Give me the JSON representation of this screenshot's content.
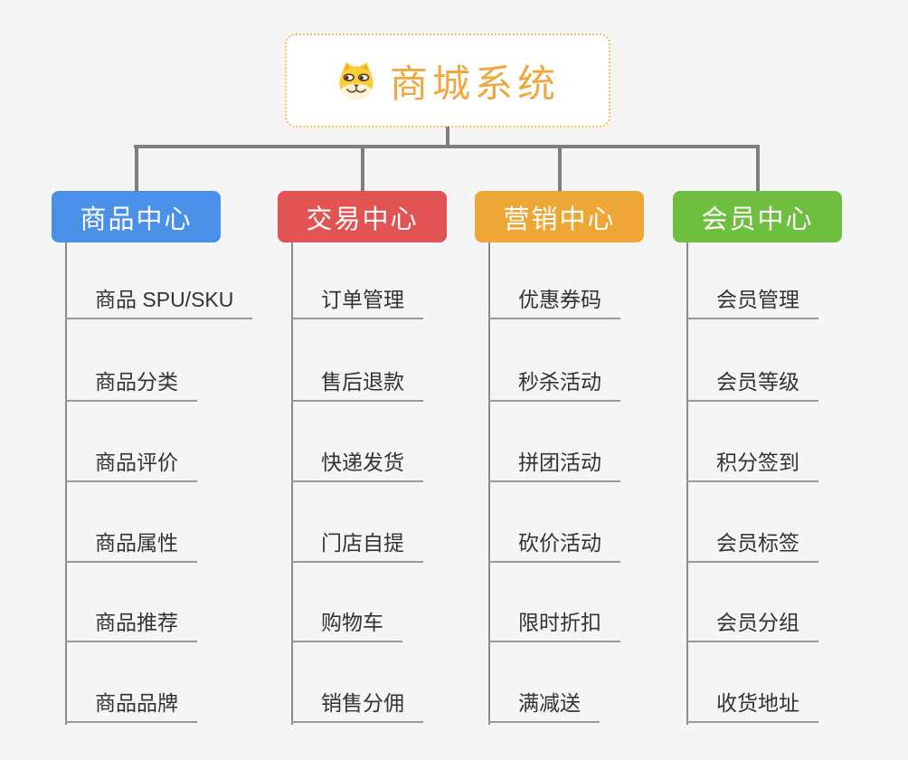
{
  "root": {
    "title": "商城系统",
    "icon": "doge-face-icon"
  },
  "branches": [
    {
      "label": "商品中心",
      "color": "#4a90e8",
      "children": [
        "商品 SPU/SKU",
        "商品分类",
        "商品评价",
        "商品属性",
        "商品推荐",
        "商品品牌"
      ]
    },
    {
      "label": "交易中心",
      "color": "#e25453",
      "children": [
        "订单管理",
        "售后退款",
        "快递发货",
        "门店自提",
        "购物车",
        "销售分佣"
      ]
    },
    {
      "label": "营销中心",
      "color": "#eea737",
      "children": [
        "优惠券码",
        "秒杀活动",
        "拼团活动",
        "砍价活动",
        "限时折扣",
        "满减送"
      ]
    },
    {
      "label": "会员中心",
      "color": "#6ebe3f",
      "children": [
        "会员管理",
        "会员等级",
        "积分签到",
        "会员标签",
        "会员分组",
        "收货地址"
      ]
    }
  ],
  "colors": {
    "background": "#f5f5f5",
    "root_border": "#f3be62",
    "root_text": "#f0a73e",
    "connector": "#7e7e7e",
    "trunk": "#8a8a8a",
    "underline": "#999999",
    "leaf_text": "#333333",
    "icon_head": "#facd3b",
    "icon_muzzle": "#fdf6dc",
    "icon_detail": "#7a4a1c"
  }
}
